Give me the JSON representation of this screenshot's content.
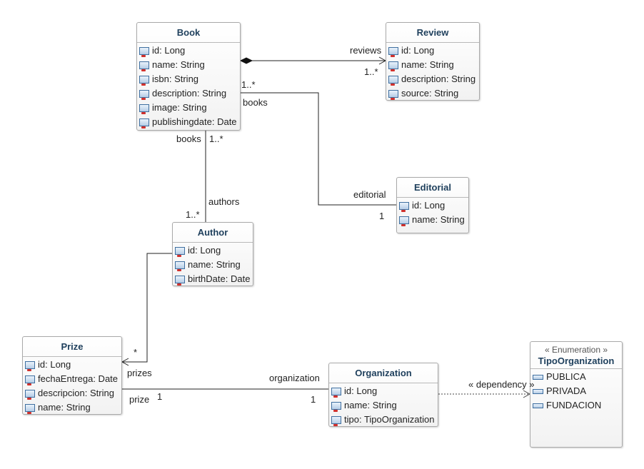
{
  "classes": {
    "book": {
      "name": "Book",
      "attributes": [
        "id: Long",
        "name: String",
        "isbn: String",
        "description: String",
        "image: String",
        "publishingdate: Date"
      ]
    },
    "review": {
      "name": "Review",
      "attributes": [
        "id: Long",
        "name: String",
        "description: String",
        "source: String"
      ]
    },
    "editorial": {
      "name": "Editorial",
      "attributes": [
        "id: Long",
        "name: String"
      ]
    },
    "author": {
      "name": "Author",
      "attributes": [
        "id: Long",
        "name: String",
        "birthDate: Date"
      ]
    },
    "prize": {
      "name": "Prize",
      "attributes": [
        "id: Long",
        "fechaEntrega: Date",
        "descripcion: String",
        "name: String"
      ]
    },
    "organization": {
      "name": "Organization",
      "attributes": [
        "id: Long",
        "name: String",
        "tipo: TipoOrganization"
      ]
    },
    "tipo": {
      "stereotype": "« Enumeration »",
      "name": "TipoOrganization",
      "literals": [
        "PUBLICA",
        "PRIVADA",
        "FUNDACION"
      ]
    }
  },
  "associations": {
    "book_review": {
      "role": "reviews",
      "multiplicity": "1..*"
    },
    "book_editorial": {
      "book_multiplicity": "1..*",
      "book_role": "books",
      "editorial_role": "editorial",
      "editorial_multiplicity": "1"
    },
    "book_author": {
      "book_role": "books",
      "book_multiplicity": "1..*",
      "author_role": "authors",
      "author_multiplicity": "1..*"
    },
    "author_prize": {
      "multiplicity": "*",
      "role": "prizes"
    },
    "prize_organization": {
      "prize_role": "prize",
      "prize_multiplicity": "1",
      "org_role": "organization",
      "org_multiplicity": "1"
    },
    "organization_tipo": {
      "label": "« dependency »"
    }
  }
}
